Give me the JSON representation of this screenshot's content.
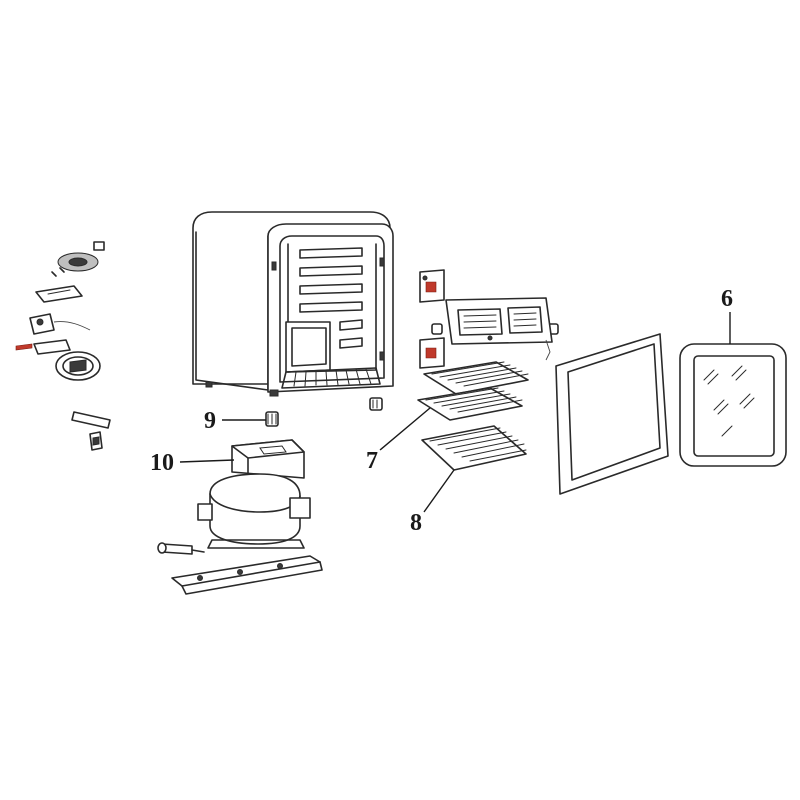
{
  "callouts": {
    "c6": "6",
    "c7": "7",
    "c8": "8",
    "c9": "9",
    "c10": "10"
  },
  "colors": {
    "line": "#2a2a2a",
    "accent_red": "#c0392b",
    "background": "#ffffff"
  }
}
